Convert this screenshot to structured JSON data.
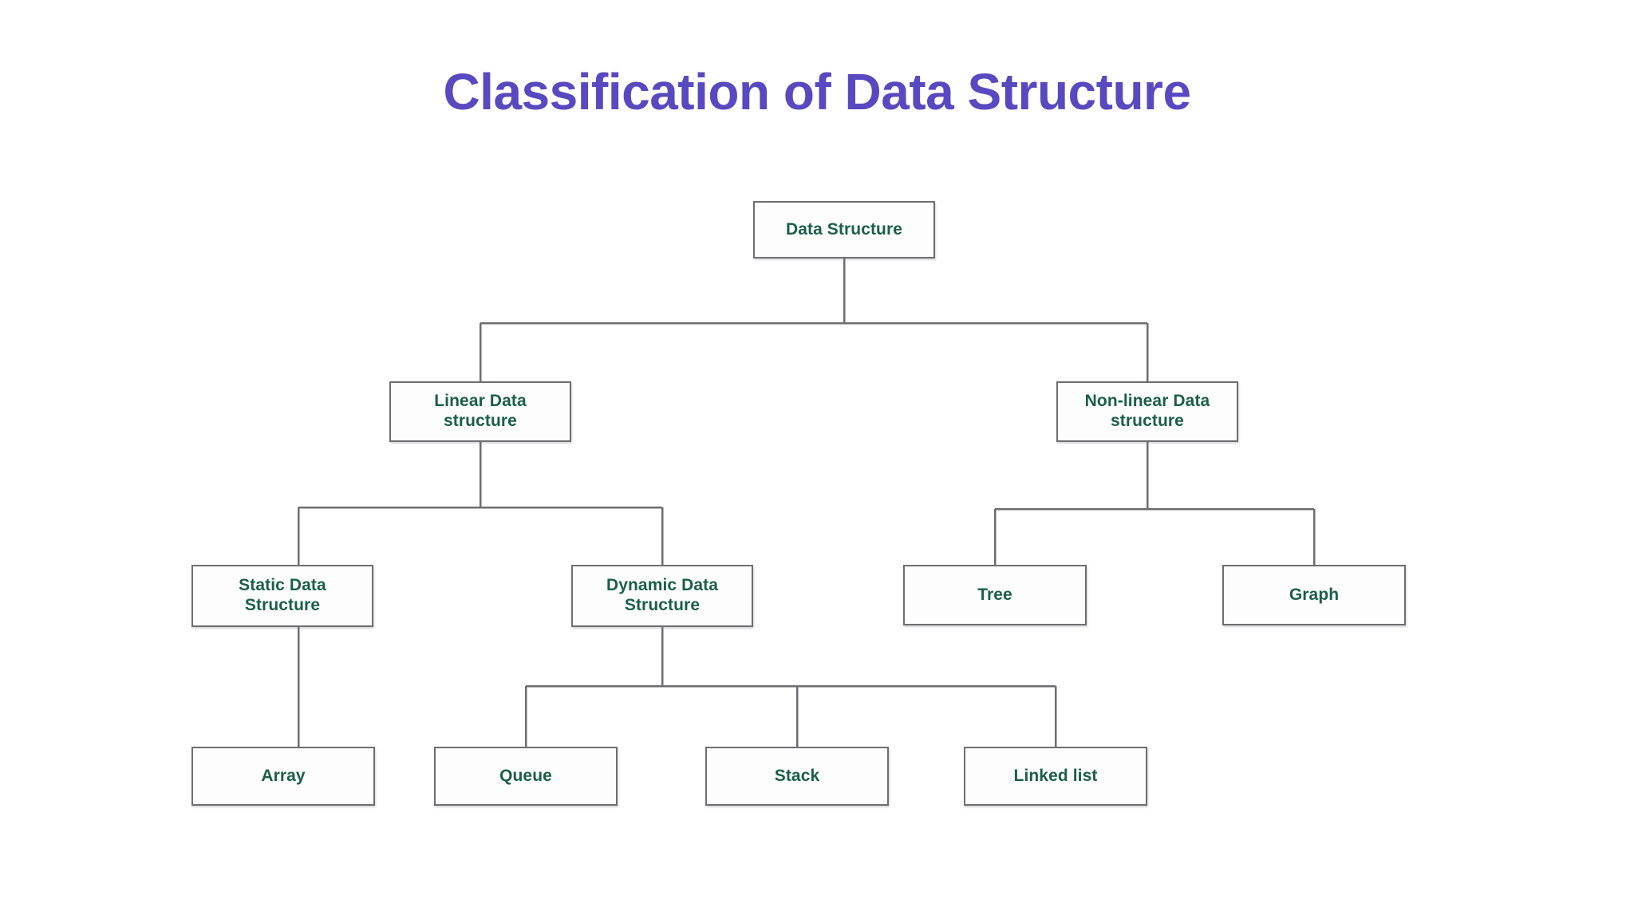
{
  "page": {
    "title": "Classification of Data Structure",
    "background_color": "#ffffff",
    "title_color": "#5849c0",
    "node_text_color": "#1b5e4a",
    "node_border_color": "#6e6e72",
    "connector_color": "#6e6e72"
  },
  "diagram": {
    "type": "hierarchy-tree",
    "nodes": {
      "data_structure": {
        "label": "Data Structure"
      },
      "linear_data": {
        "label": "Linear Data\nstructure"
      },
      "nonlinear_data": {
        "label": "Non-linear Data\nstructure"
      },
      "static_data": {
        "label": "Static Data\nStructure"
      },
      "dynamic_data": {
        "label": "Dynamic Data\nStructure"
      },
      "tree": {
        "label": "Tree"
      },
      "graph": {
        "label": "Graph"
      },
      "array": {
        "label": "Array"
      },
      "queue": {
        "label": "Queue"
      },
      "stack": {
        "label": "Stack"
      },
      "linked_list": {
        "label": "Linked list"
      }
    },
    "edges": [
      {
        "from": "data_structure",
        "to": "linear_data"
      },
      {
        "from": "data_structure",
        "to": "nonlinear_data"
      },
      {
        "from": "linear_data",
        "to": "static_data"
      },
      {
        "from": "linear_data",
        "to": "dynamic_data"
      },
      {
        "from": "nonlinear_data",
        "to": "tree"
      },
      {
        "from": "nonlinear_data",
        "to": "graph"
      },
      {
        "from": "static_data",
        "to": "array"
      },
      {
        "from": "dynamic_data",
        "to": "queue"
      },
      {
        "from": "dynamic_data",
        "to": "stack"
      },
      {
        "from": "dynamic_data",
        "to": "linked_list"
      }
    ]
  }
}
